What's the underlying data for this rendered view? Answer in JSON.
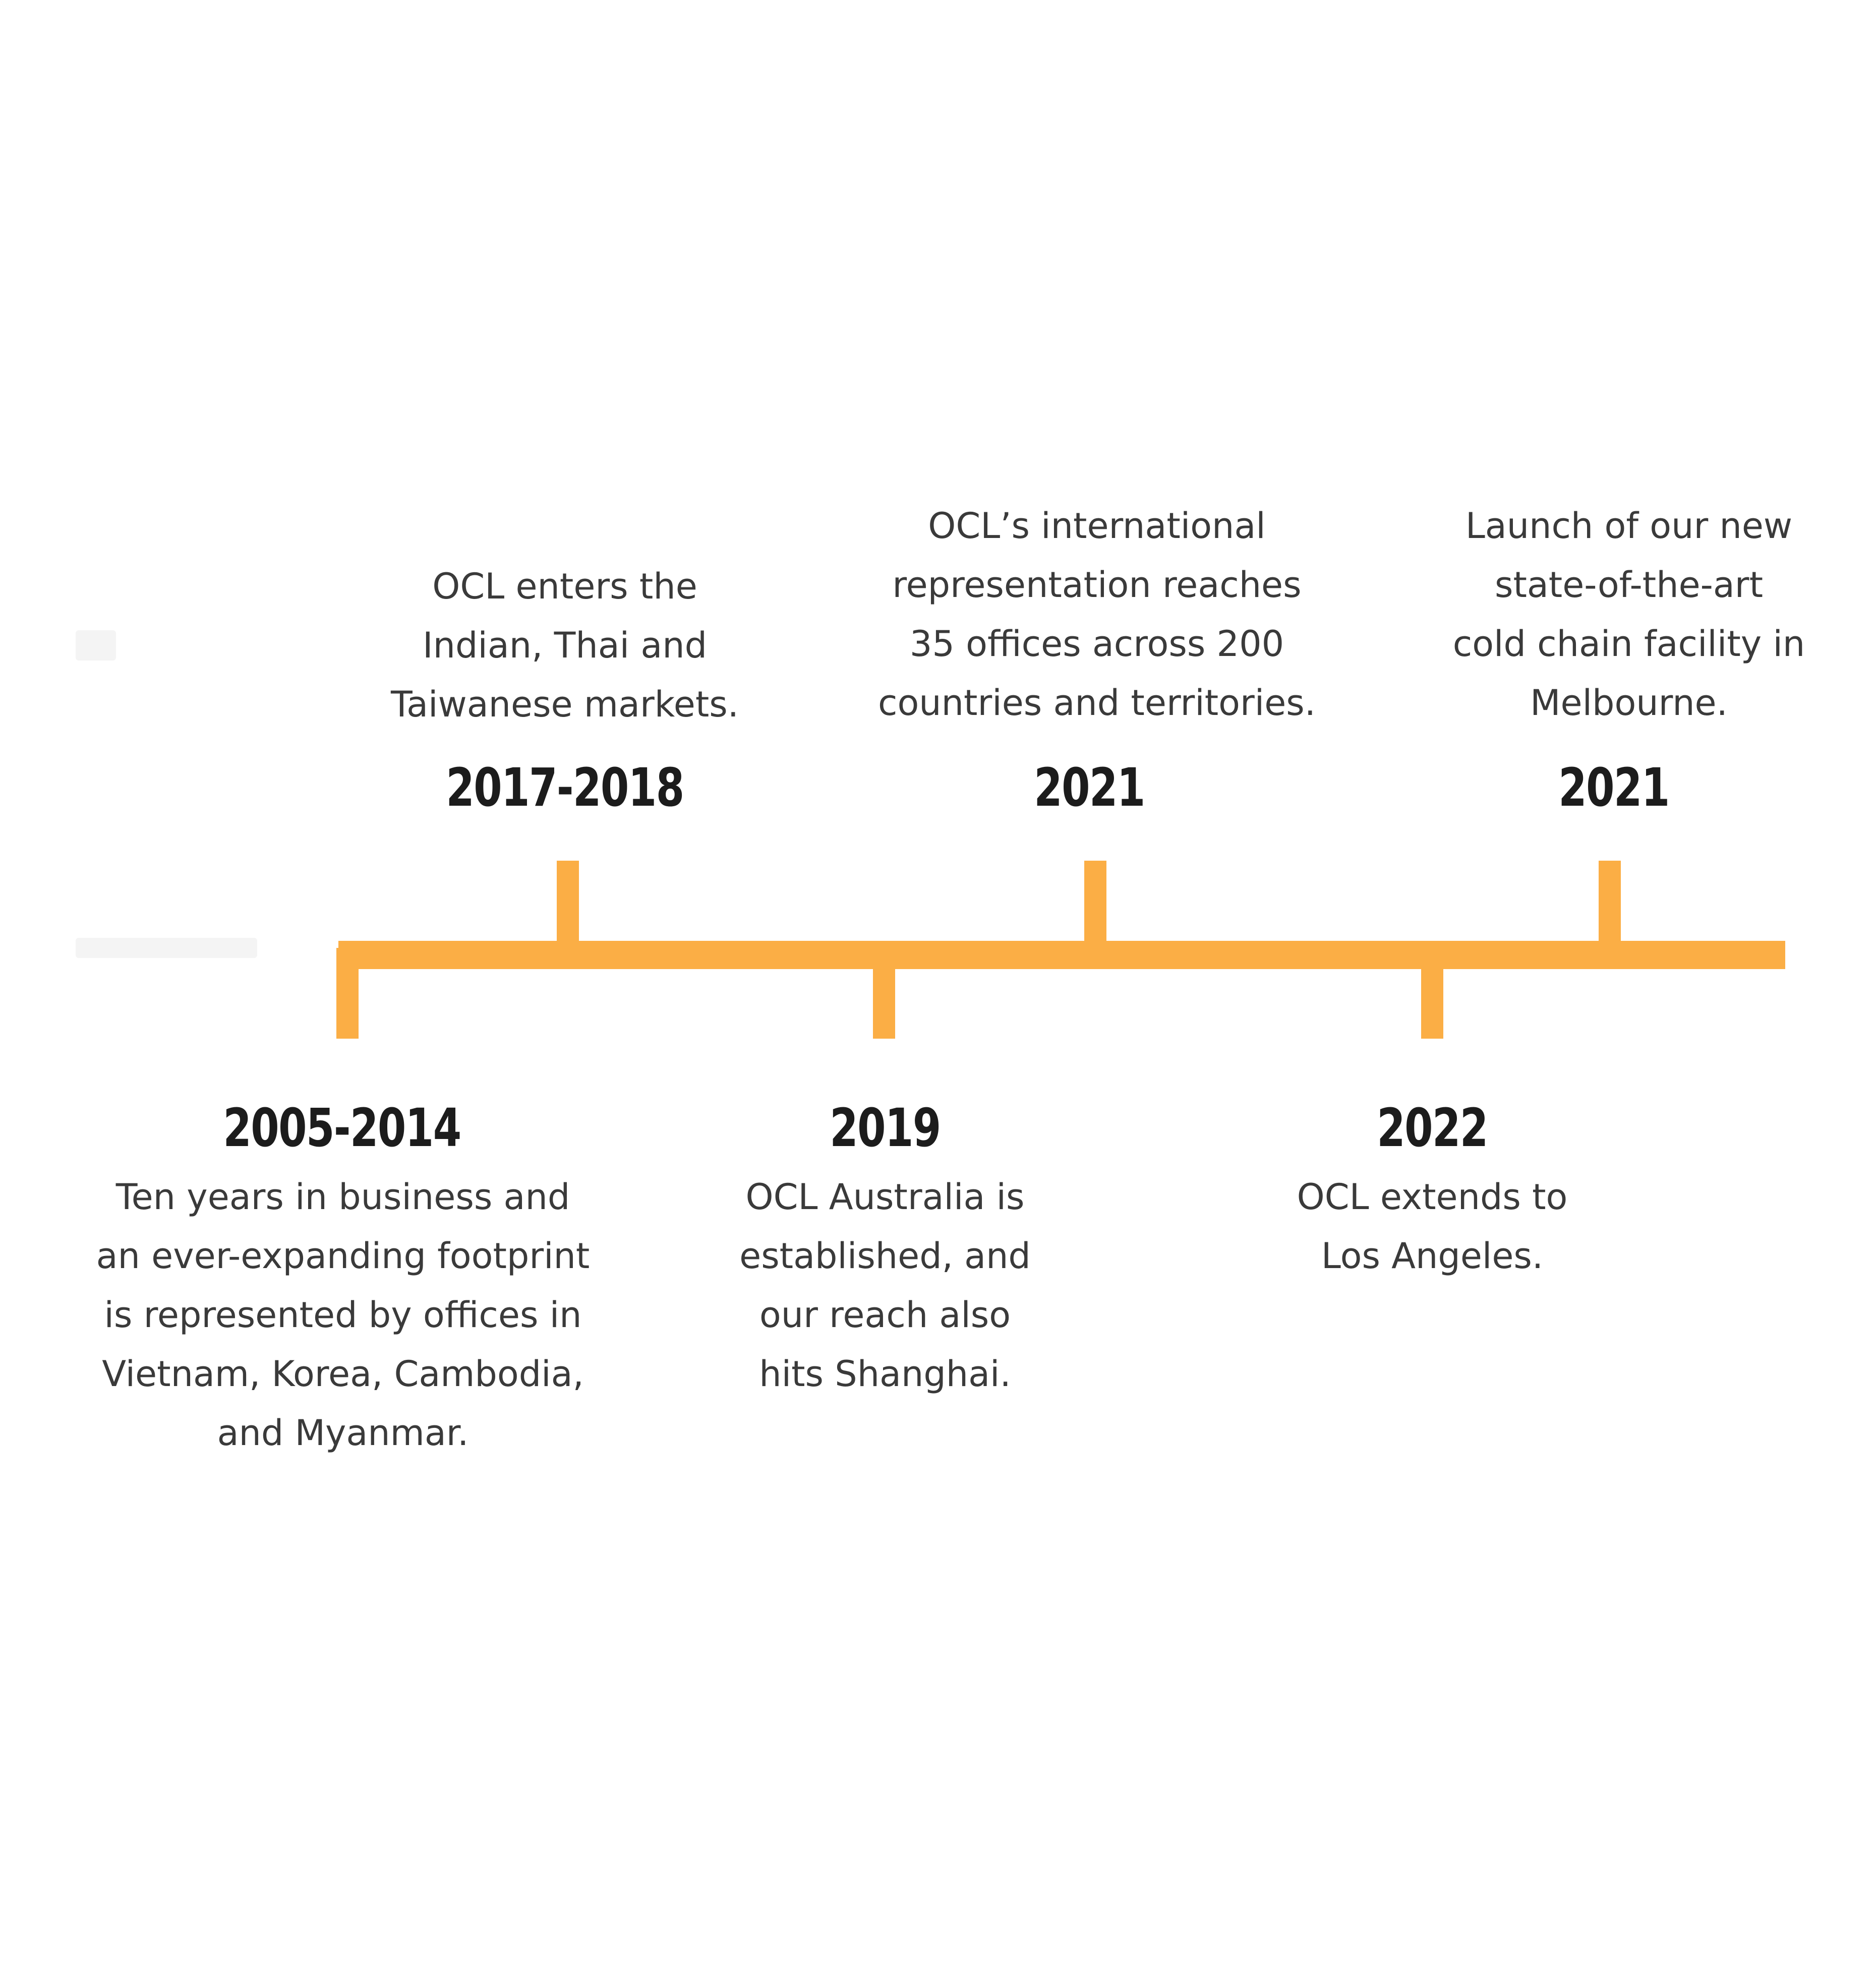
{
  "timeline": {
    "accent_color": "#FBAE45",
    "events": [
      {
        "year": "2005-2014",
        "position": "below",
        "description_lines": [
          "Ten years in business and",
          "an ever-expanding footprint",
          "is represented by offices in",
          "Vietnam, Korea, Cambodia,",
          "and Myanmar."
        ]
      },
      {
        "year": "2017-2018",
        "position": "above",
        "description_lines": [
          "OCL enters the",
          "Indian, Thai and",
          "Taiwanese markets."
        ]
      },
      {
        "year": "2019",
        "position": "below",
        "description_lines": [
          "OCL Australia is",
          "established, and",
          "our reach also",
          "hits Shanghai."
        ]
      },
      {
        "year": "2021",
        "position": "above",
        "description_lines": [
          "OCL’s international",
          "representation reaches",
          "35 offices across 200",
          "countries and territories."
        ]
      },
      {
        "year": "2022",
        "position": "below",
        "description_lines": [
          "OCL extends to",
          "Los Angeles."
        ]
      },
      {
        "year": "2021",
        "position": "above",
        "description_lines": [
          "Launch of our new",
          "state-of-the-art",
          "cold chain facility in",
          "Melbourne."
        ]
      }
    ]
  }
}
